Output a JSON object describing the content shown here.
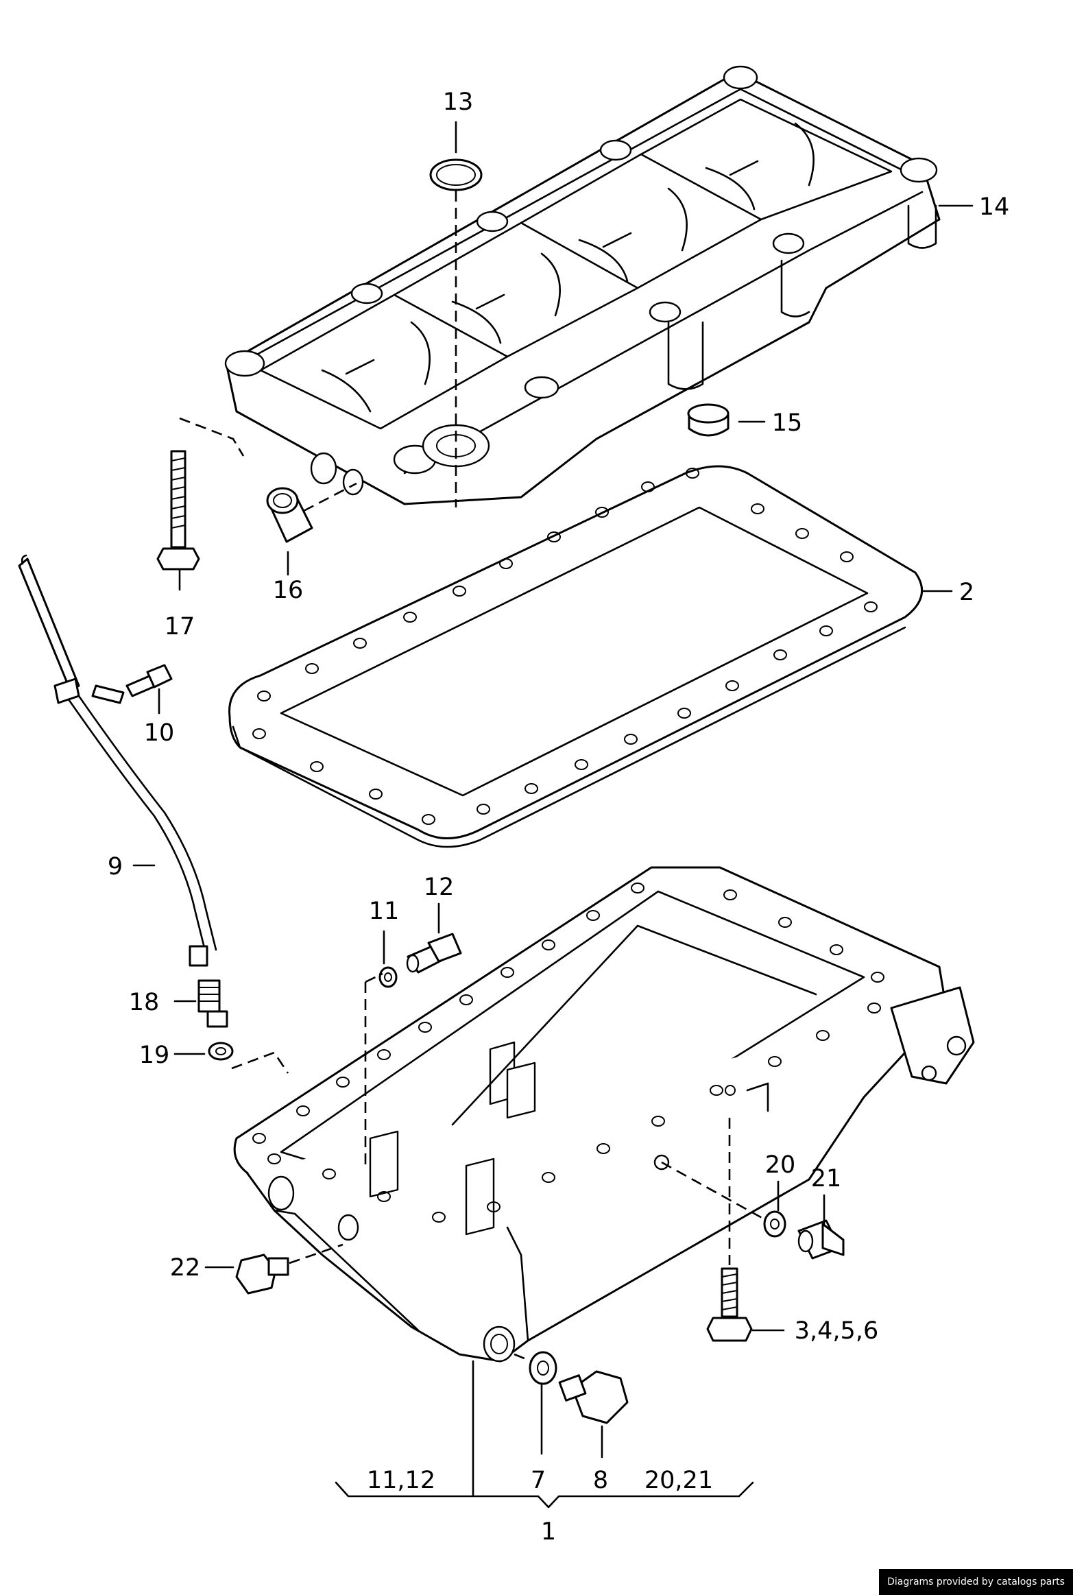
{
  "callouts": {
    "c1": "1",
    "c2": "2",
    "c3456": "3,4,5,6",
    "c7": "7",
    "c8": "8",
    "c9": "9",
    "c10": "10",
    "c11": "11",
    "c12": "12",
    "c13": "13",
    "c14": "14",
    "c15": "15",
    "c16": "16",
    "c17": "17",
    "c18": "18",
    "c19": "19",
    "c20": "20",
    "c21": "21",
    "c22": "22",
    "group_left": "11,12",
    "group_right": "20,21"
  },
  "credit": "Diagrams provided by catalogs parts"
}
